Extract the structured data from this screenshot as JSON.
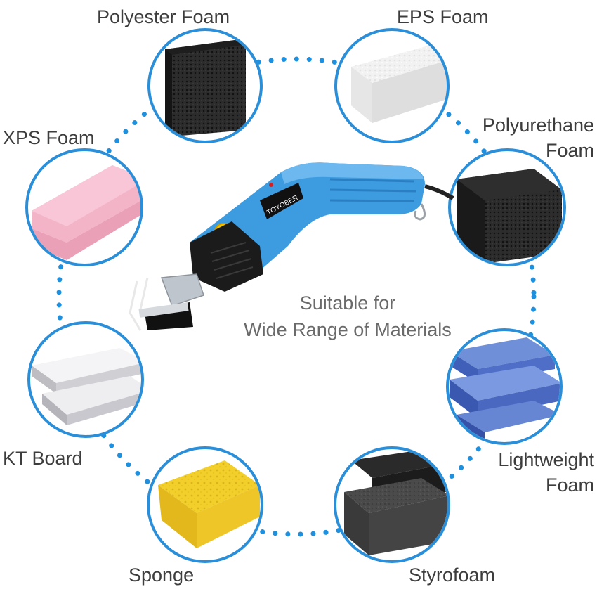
{
  "heading": {
    "line1": "Suitable for",
    "line2": "Wide Range of Materials"
  },
  "tool": {
    "brand": "TOYOBER"
  },
  "materials": [
    {
      "id": "polyester-foam",
      "line1": "Polyester Foam",
      "line2": ""
    },
    {
      "id": "eps-foam",
      "line1": "EPS Foam",
      "line2": ""
    },
    {
      "id": "polyurethane-foam",
      "line1": "Polyurethane",
      "line2": "Foam"
    },
    {
      "id": "xps-foam",
      "line1": "XPS Foam",
      "line2": ""
    },
    {
      "id": "kt-board",
      "line1": "KT Board",
      "line2": ""
    },
    {
      "id": "lightweight-foam",
      "line1": "Lightweight",
      "line2": "Foam"
    },
    {
      "id": "sponge",
      "line1": "Sponge",
      "line2": ""
    },
    {
      "id": "styrofoam",
      "line1": "Styrofoam",
      "line2": ""
    }
  ],
  "colors": {
    "ring": "#2a8ed8",
    "dots": "#1e90e0",
    "label": "#3d3d3d",
    "center_text": "#6a6a6a",
    "tool_body": "#3d9be0"
  }
}
